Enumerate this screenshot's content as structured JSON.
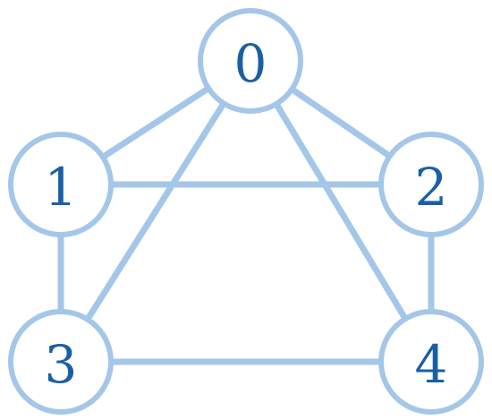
{
  "colors": {
    "edge": "#a4c6e8",
    "node_stroke": "#a4c6e8",
    "label": "#1a5fa6"
  },
  "nodes": [
    {
      "id": "0",
      "label": "0"
    },
    {
      "id": "1",
      "label": "1"
    },
    {
      "id": "2",
      "label": "2"
    },
    {
      "id": "3",
      "label": "3"
    },
    {
      "id": "4",
      "label": "4"
    }
  ],
  "edges": [
    [
      "0",
      "1"
    ],
    [
      "0",
      "2"
    ],
    [
      "0",
      "3"
    ],
    [
      "0",
      "4"
    ],
    [
      "1",
      "2"
    ],
    [
      "1",
      "3"
    ],
    [
      "2",
      "4"
    ],
    [
      "3",
      "4"
    ]
  ]
}
